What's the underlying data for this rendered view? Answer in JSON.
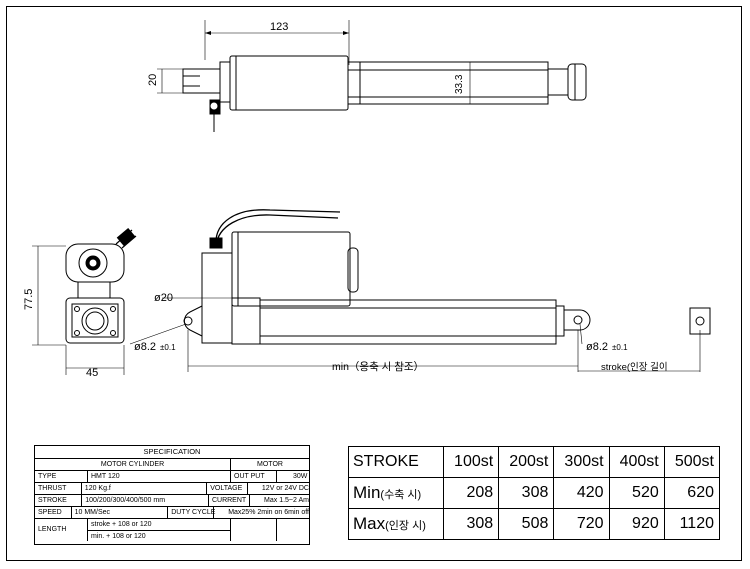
{
  "dimensions": {
    "top_length": "123",
    "top_height": "20",
    "tube_diameter": "33.3",
    "side_height": "77.5",
    "side_width": "45",
    "rod_diameter": "ø20",
    "pin_left": "ø8.2",
    "pin_left_tol": "±0.1",
    "pin_right": "ø8.2",
    "pin_right_tol": "±0.1",
    "min_label": "min（응축 시 참조）",
    "stroke_label": "stroke(인장 길이"
  },
  "spec": {
    "title": "SPECIFICATION",
    "motor_cylinder": "MOTOR CYLINDER",
    "motor": "MOTOR",
    "rows": [
      {
        "k1": "TYPE",
        "v1": "HMT 120",
        "k2": "OUT PUT",
        "v2": "30W"
      },
      {
        "k1": "THRUST",
        "v1": "120 Kg.f",
        "k2": "VOLTAGE",
        "v2": "12V or 24V DC"
      },
      {
        "k1": "STROKE",
        "v1": "100/200/300/400/500 mm",
        "k2": "CURRENT",
        "v2": "Max 1.5~2 Am"
      },
      {
        "k1": "SPEED",
        "v1": "10 MM/Sec",
        "k2": "DUTY CYCLE",
        "v2": "Max25% 2min on 6min off"
      }
    ],
    "length_key": "LENGTH",
    "length_1": "stroke + 108 or 120",
    "length_2": "min. + 108 or 120"
  },
  "stroke_table": {
    "header": "STROKE",
    "columns": [
      "100st",
      "200st",
      "300st",
      "400st",
      "500st"
    ],
    "min_label_big": "Min",
    "min_label_small": "(수축 시)",
    "min_values": [
      "208",
      "308",
      "420",
      "520",
      "620"
    ],
    "max_label_big": "Max",
    "max_label_small": "(인장 시)",
    "max_values": [
      "308",
      "508",
      "720",
      "920",
      "1120"
    ]
  }
}
